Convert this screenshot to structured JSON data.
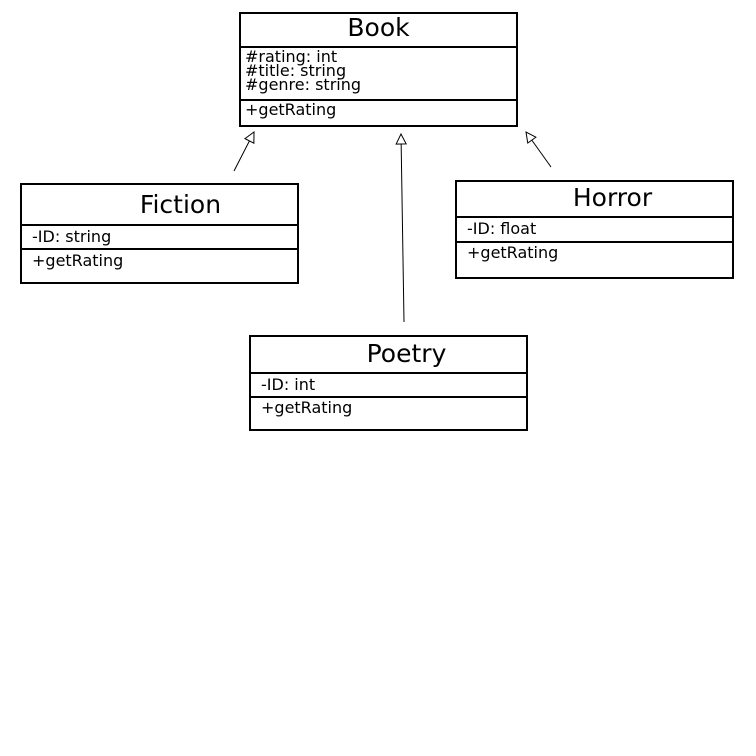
{
  "diagram": {
    "classes": {
      "book": {
        "name": "Book",
        "attributes": [
          "#rating: int",
          "#title: string",
          "#genre: string"
        ],
        "operations": [
          "+getRating"
        ]
      },
      "fiction": {
        "name": "Fiction",
        "attributes": [
          "-ID: string"
        ],
        "operations": [
          "+getRating"
        ]
      },
      "horror": {
        "name": "Horror",
        "attributes": [
          "-ID: float"
        ],
        "operations": [
          "+getRating"
        ]
      },
      "poetry": {
        "name": "Poetry",
        "attributes": [
          "-ID: int"
        ],
        "operations": [
          "+getRating"
        ]
      }
    },
    "relationships": [
      {
        "type": "inheritance",
        "from": "Fiction",
        "to": "Book"
      },
      {
        "type": "inheritance",
        "from": "Poetry",
        "to": "Book"
      },
      {
        "type": "inheritance",
        "from": "Horror",
        "to": "Book"
      }
    ]
  }
}
